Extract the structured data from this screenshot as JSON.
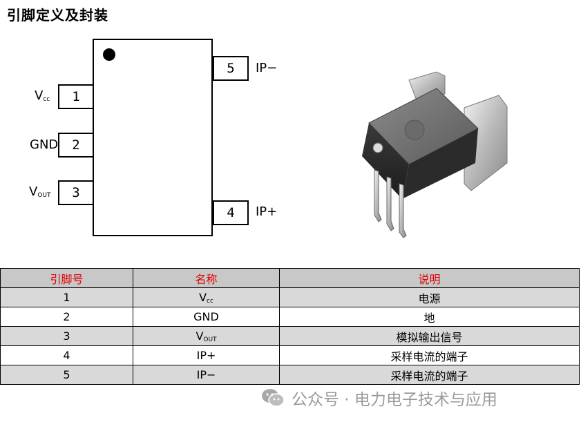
{
  "title": "引脚定义及封装",
  "diagram": {
    "pins": [
      {
        "num": "1",
        "label_main": "V",
        "label_sub": "cc"
      },
      {
        "num": "2",
        "label_main": "GND",
        "label_sub": ""
      },
      {
        "num": "3",
        "label_main": "V",
        "label_sub": "OUT"
      },
      {
        "num": "4",
        "label_main": "IP+",
        "label_sub": ""
      },
      {
        "num": "5",
        "label_main": "IP−",
        "label_sub": ""
      }
    ]
  },
  "table": {
    "headers": [
      "引脚号",
      "名称",
      "说明"
    ],
    "rows": [
      {
        "num": "1",
        "name_main": "V",
        "name_sub": "cc",
        "desc": "电源"
      },
      {
        "num": "2",
        "name_main": "GND",
        "name_sub": "",
        "desc": "地"
      },
      {
        "num": "3",
        "name_main": "V",
        "name_sub": "OUT",
        "desc": "模拟输出信号"
      },
      {
        "num": "4",
        "name_main": "IP+",
        "name_sub": "",
        "desc": "采样电流的端子"
      },
      {
        "num": "5",
        "name_main": "IP−",
        "name_sub": "",
        "desc": "采样电流的端子"
      }
    ]
  },
  "watermark": "公众号 · 电力电子技术与应用",
  "colors": {
    "header_text": "#e00000",
    "header_bg": "#c8c8c8",
    "row_shade": "#d9d9d9"
  }
}
